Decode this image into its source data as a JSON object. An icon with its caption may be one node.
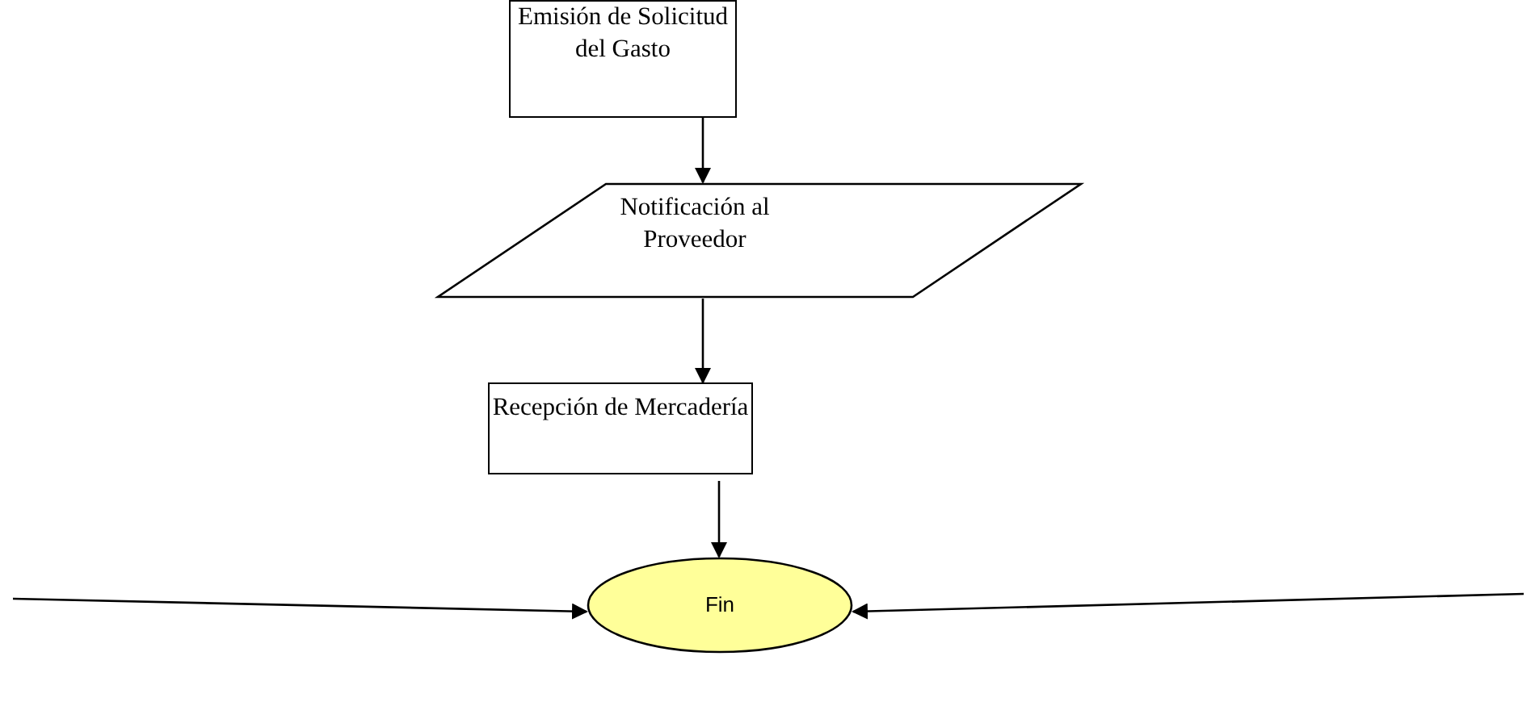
{
  "diagram": {
    "nodes": [
      {
        "text": [
          "Emisión de Solicitud del Gasto"
        ]
      },
      {
        "text": [
          "Notificación al Proveedor"
        ]
      },
      {
        "text": [
          "Recepción de Mercadería"
        ]
      },
      {
        "text": [
          "Fin"
        ]
      }
    ],
    "edges": [
      {
        "from": 0,
        "to": 1,
        "arrow": "to"
      },
      {
        "from": 1,
        "to": 2,
        "arrow": "to"
      },
      {
        "from": 2,
        "to": 3,
        "arrow": "to"
      },
      {
        "from": null,
        "to": 3,
        "arrow": "to"
      },
      {
        "from": null,
        "to": 3,
        "arrow": "to"
      }
    ]
  }
}
